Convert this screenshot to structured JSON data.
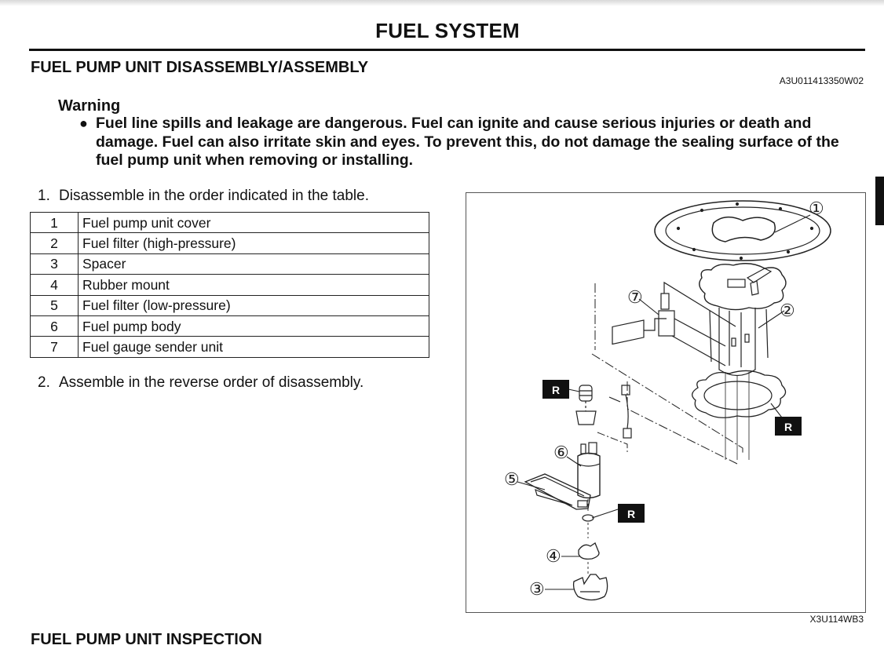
{
  "header": {
    "page_title": "FUEL SYSTEM"
  },
  "section": {
    "title": "FUEL PUMP UNIT DISASSEMBLY/ASSEMBLY",
    "doc_id": "A3U011413350W02"
  },
  "warning": {
    "heading": "Warning",
    "bullet": "●",
    "text": "Fuel line spills and leakage are dangerous. Fuel can ignite and cause serious injuries or death and damage. Fuel can also irritate skin and eyes. To prevent this, do not damage the sealing surface of the fuel pump unit when removing or installing."
  },
  "steps": [
    {
      "num": "1.",
      "text": "Disassemble in the order indicated in the table."
    },
    {
      "num": "2.",
      "text": "Assemble in the reverse order of disassembly."
    }
  ],
  "parts_table": [
    {
      "num": "1",
      "name": "Fuel pump unit cover"
    },
    {
      "num": "2",
      "name": "Fuel filter (high-pressure)"
    },
    {
      "num": "3",
      "name": "Spacer"
    },
    {
      "num": "4",
      "name": "Rubber mount"
    },
    {
      "num": "5",
      "name": "Fuel filter (low-pressure)"
    },
    {
      "num": "6",
      "name": "Fuel pump body"
    },
    {
      "num": "7",
      "name": "Fuel gauge sender unit"
    }
  ],
  "figure": {
    "id": "X3U114WB3",
    "callouts": [
      "①",
      "②",
      "③",
      "④",
      "⑤",
      "⑥",
      "⑦"
    ],
    "replace_badge": "R"
  },
  "next_section": {
    "title": "FUEL PUMP UNIT INSPECTION"
  }
}
